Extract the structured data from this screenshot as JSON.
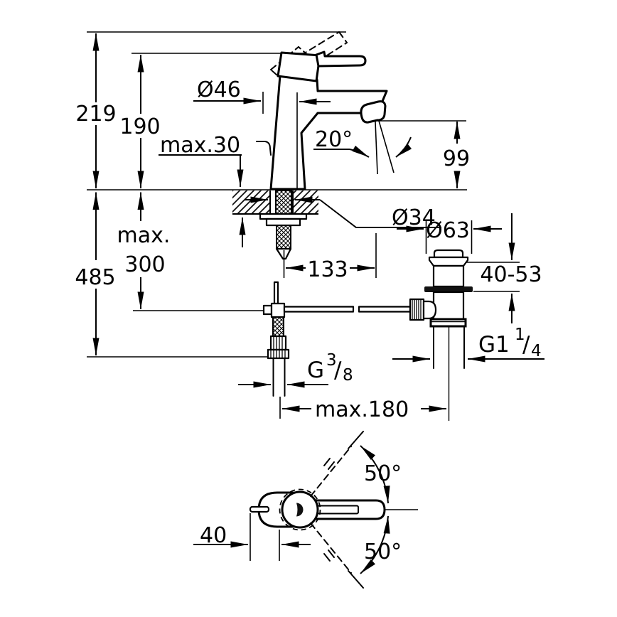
{
  "drawing": {
    "front_view": {
      "total_height": "219",
      "body_height": "190",
      "max_counter_thickness": "max.30",
      "base_diameter": "Ø46",
      "spout_angle": "20°",
      "spout_outlet_height": "99",
      "below_counter_depth": "485",
      "pullrod_max_line1": "max.",
      "pullrod_max_line2": "300",
      "hole_diameter": "Ø34",
      "spout_reach": "133",
      "supply_thread": {
        "base": "G",
        "numerator": "3",
        "slash": "/",
        "denominator": "8"
      },
      "hose_spread": "max.180"
    },
    "waste_view": {
      "flange_diameter": "Ø63",
      "mounting_range": "40-53",
      "waste_thread": {
        "base": "G1",
        "numerator": "1",
        "slash": "/",
        "denominator": "4"
      }
    },
    "top_view": {
      "handle_offset": "40",
      "swivel_angle_up": "50°",
      "swivel_angle_down": "50°"
    }
  }
}
